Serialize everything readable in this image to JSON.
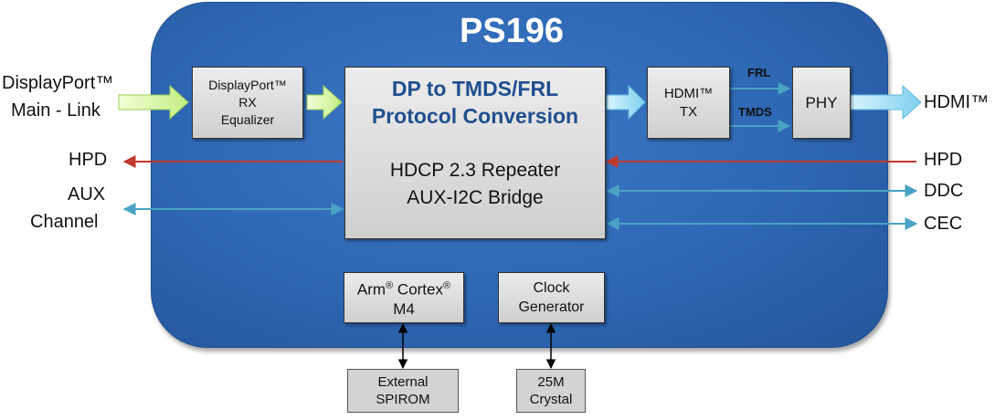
{
  "chip": {
    "title": "PS196"
  },
  "blocks": {
    "dp_rx": [
      "DisplayPort™",
      "RX",
      "Equalizer"
    ],
    "main": {
      "heading": [
        "DP to TMDS/FRL",
        "Protocol Conversion"
      ],
      "sub": [
        "HDCP 2.3 Repeater",
        "AUX-I2C Bridge"
      ]
    },
    "hdmi_tx": [
      "HDMI™",
      "TX"
    ],
    "phy": "PHY",
    "arm": [
      "Arm",
      "®",
      " Cortex",
      "®",
      "M4"
    ],
    "clock": [
      "Clock",
      "Generator"
    ]
  },
  "external": {
    "spirom": [
      "External",
      "SPIROM"
    ],
    "crystal": [
      "25M",
      "Crystal"
    ]
  },
  "signals": {
    "dp_in": [
      "DisplayPort™",
      "Main - Link"
    ],
    "hdmi_out": "HDMI™",
    "hpd_left": "HPD",
    "aux": [
      "AUX",
      "Channel"
    ],
    "hpd_right": "HPD",
    "ddc": "DDC",
    "cec": "CEC",
    "frl": "FRL",
    "tmds": "TMDS"
  },
  "colors": {
    "chip_blue": "#2e67b3",
    "hpd_arrow": "#c0392b",
    "bus_arrow": "#4aa3c4",
    "input_arrow": "#c9f28a",
    "output_arrow": "#8fd6f0"
  }
}
